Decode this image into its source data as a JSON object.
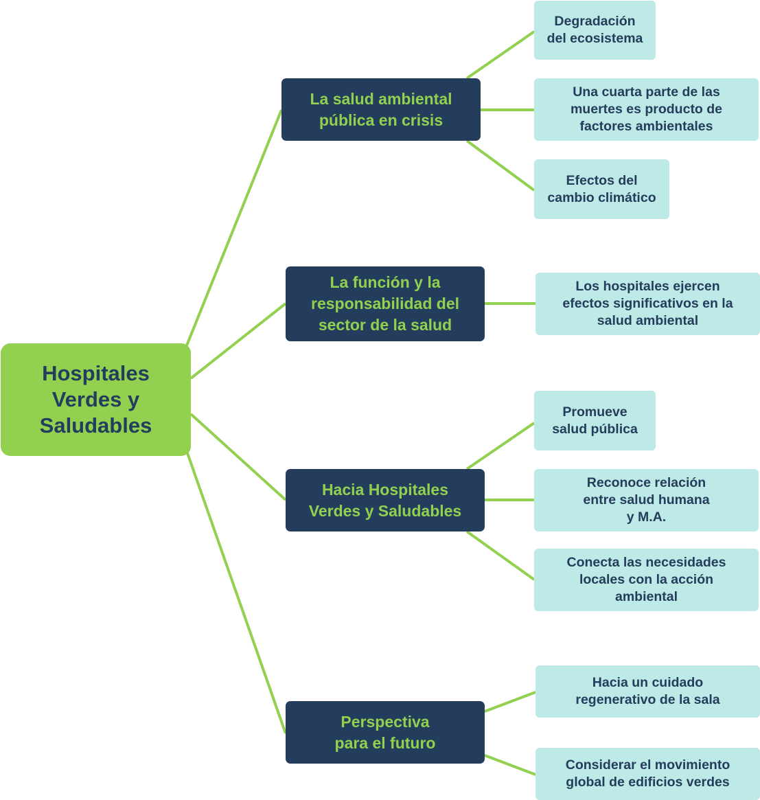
{
  "colors": {
    "connector": "#92d050",
    "root_bg": "#92d050",
    "root_text": "#253d5c",
    "branch_bg": "#253d5c",
    "branch_text": "#92d050",
    "leaf_bg": "#bde9e6",
    "leaf_text": "#253d5c"
  },
  "root": {
    "label": "Hospitales\nVerdes y\nSaludables"
  },
  "branches": [
    {
      "label": "La salud ambiental\npública en crisis",
      "children": [
        "Degradación\ndel ecosistema",
        "Una cuarta parte de las\nmuertes es producto de\nfactores ambientales",
        "Efectos del\ncambio climático"
      ]
    },
    {
      "label": "La función y la\nresponsabilidad del\nsector de la salud",
      "children": [
        "Los hospitales ejercen\nefectos significativos en la\nsalud ambiental"
      ]
    },
    {
      "label": "Hacia Hospitales\nVerdes y Saludables",
      "children": [
        "Promueve\nsalud pública",
        "Reconoce relación\nentre salud humana\ny M.A.",
        "Conecta las necesidades\nlocales con la acción\nambiental"
      ]
    },
    {
      "label": "Perspectiva\npara el futuro",
      "children": [
        "Hacia un cuidado\nregenerativo de la sala",
        "Considerar el movimiento\nglobal de edificios verdes"
      ]
    }
  ]
}
